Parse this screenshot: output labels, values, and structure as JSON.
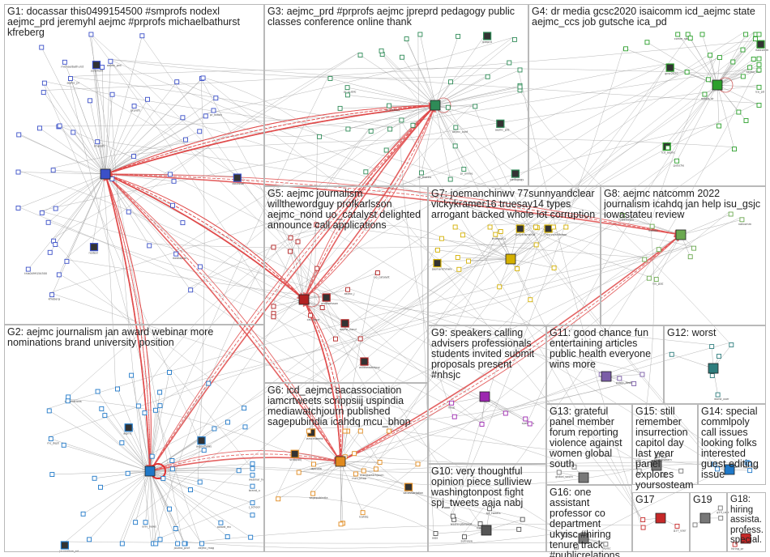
{
  "groups": [
    {
      "id": "G1",
      "label": "G1: docassar this0499154500 #smprofs nodexl aejmc_prd jeremyhl aejmc #prprofs michaelbathurst kfreberg",
      "color": "#3b50c8"
    },
    {
      "id": "G2",
      "label": "G2: aejmc journalism jan award webinar more nominations brand university position",
      "color": "#1f78c8"
    },
    {
      "id": "G3",
      "label": "G3: aejmc_prd #prprofs aejmc jpreprd pedagogy public classes conference online thank",
      "color": "#2e8b57"
    },
    {
      "id": "G4",
      "label": "G4: dr media gcsc2020 isaicomm icd_aejmc state aejmc_ccs job gutsche ica_pd",
      "color": "#2ca02c"
    },
    {
      "id": "G5",
      "label": "G5: aejmc journalism willthewordguy profkarlsson aejmc_nond uo_catalyst delighted announce call applications",
      "color": "#b22222"
    },
    {
      "id": "G6",
      "label": "G6: icd_aejmc sacassociation iamcrtweets scrippsiij uspindia mediawatchjourn published sagepubindia icahdq mcu_bhop",
      "color": "#e08a1e"
    },
    {
      "id": "G7",
      "label": "G7: joemanchinwv 77sunnyandclear vickykramer16 truesay14 types arrogant backed whole lot corruption",
      "color": "#d4b000"
    },
    {
      "id": "G8",
      "label": "G8: aejmc natcomm 2022 journalism icahdq jan help isu_gsjc iowastateu review",
      "color": "#6aa84f"
    },
    {
      "id": "G9",
      "label": "G9: speakers calling advisers professionals students invited submit proposals present #nhsjc",
      "color": "#9c27b0"
    },
    {
      "id": "G10",
      "label": "G10: very thoughtful opinion piece sulliview washingtonpost fight spj_tweets aaja nabj",
      "color": "#555555"
    },
    {
      "id": "G11",
      "label": "G11: good chance fun entertaining articles public health everyone wins more",
      "color": "#7b5ea7"
    },
    {
      "id": "G12",
      "label": "G12: worst",
      "color": "#2e7d7d"
    },
    {
      "id": "G13",
      "label": "G13: grateful panel member forum reporting violence against women global south",
      "color": "#777777"
    },
    {
      "id": "G14",
      "label": "G14: special commlpoly call issues looking folks interested guest editing issue",
      "color": "#1f78c8"
    },
    {
      "id": "G15",
      "label": "G15: still remember insurrection capitol day last year panel explores yoursosteam",
      "color": "#777777"
    },
    {
      "id": "G16",
      "label": "G16: one assistant professor co department ukyisc #hiring tenure track #publicrelations",
      "color": "#777777"
    },
    {
      "id": "G17",
      "label": "G17",
      "color": "#c62828"
    },
    {
      "id": "G18",
      "label": "G18: hiring assista... profess... special...",
      "color": "#c62828"
    },
    {
      "id": "G19",
      "label": "G19",
      "color": "#777777"
    }
  ],
  "node_labels": {
    "G1": [
      "docassar",
      "nodexl",
      "jeremyhl",
      "kfreberg",
      "aejmc_prd",
      "michaelbathurst",
      "prprofs",
      "this0499154500",
      "smprofs",
      "aejmc_pr",
      "pr_teach",
      "mediaprof"
    ],
    "G2": [
      "aejmc",
      "aejmcnews",
      "journalism_ed",
      "award_mc",
      "webinar_hq",
      "nominations",
      "brand_u",
      "aejmc_mag",
      "mc_dept",
      "univ_news",
      "journo_prof",
      "j_school"
    ],
    "G3": [
      "aejmc_prd",
      "jpreprd",
      "pedagogy",
      "pr_classes",
      "pr_online",
      "aejmc_conf",
      "pr_thanks",
      "pr_public"
    ],
    "G4": [
      "gcsc2020",
      "isaicomm",
      "icd_aejmc",
      "aejmc_ccs",
      "gutsche",
      "ica_pd",
      "media_dr",
      "comm_state"
    ],
    "G5": [
      "willthewordguy",
      "profkarlsson",
      "aejmc_nond",
      "uo_catalyst",
      "aejmc_j",
      "call_apps"
    ],
    "G6": [
      "sacassociation",
      "iamcrtweets",
      "scrippsiij",
      "uspindia",
      "mediawatchjourn",
      "sagepubindia",
      "icahdq",
      "mcu_bhop"
    ],
    "G7": [
      "joemanchinwv",
      "77sunnyandclear",
      "vickykramer16",
      "truesay14"
    ],
    "G8": [
      "natcomm",
      "isu_gsjc",
      "iowastateu",
      "icahdq"
    ],
    "G9": [
      "nhsjc",
      "speakers"
    ],
    "G10": [
      "sulliview",
      "washingtonpost",
      "spj_tweets",
      "aaja",
      "nabj"
    ],
    "G11": [
      "public_health"
    ],
    "G12": [
      "worst_user"
    ],
    "G13": [
      "global_south"
    ],
    "G14": [
      "commlpoly"
    ],
    "G15": [
      "yoursosteam"
    ],
    "G16": [
      "ukyisc"
    ],
    "G17": [
      "g17_user"
    ],
    "G18": [
      "hiring_pr"
    ],
    "G19": [
      "g19_user"
    ]
  }
}
